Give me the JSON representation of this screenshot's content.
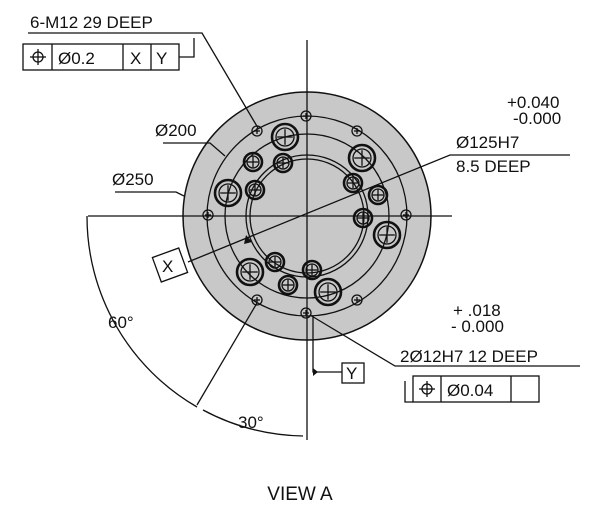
{
  "callouts": {
    "tapped_holes": "6-M12 29 DEEP",
    "fcf_top": {
      "symbol": "position",
      "tolerance": "Ø0.2",
      "datum1": "X",
      "datum2": "Y"
    },
    "dia200": "Ø200",
    "dia250": "Ø250",
    "bore_tol_plus": "+0.040",
    "bore_tol_minus": "-0.000",
    "bore": "Ø125H7",
    "bore_depth": "8.5 DEEP",
    "datum_x": "X",
    "datum_y": "Y",
    "angle60": "60°",
    "angle30": "30°",
    "pin_tol_plus": "+ .018",
    "pin_tol_minus": "- 0.000",
    "pin_holes": "2Ø12H7  12 DEEP",
    "fcf_bottom": {
      "symbol": "position",
      "tolerance": "Ø0.04"
    }
  },
  "view_label": "VIEW A",
  "colors": {
    "face": "#c8c8c8",
    "line": "#111111"
  }
}
